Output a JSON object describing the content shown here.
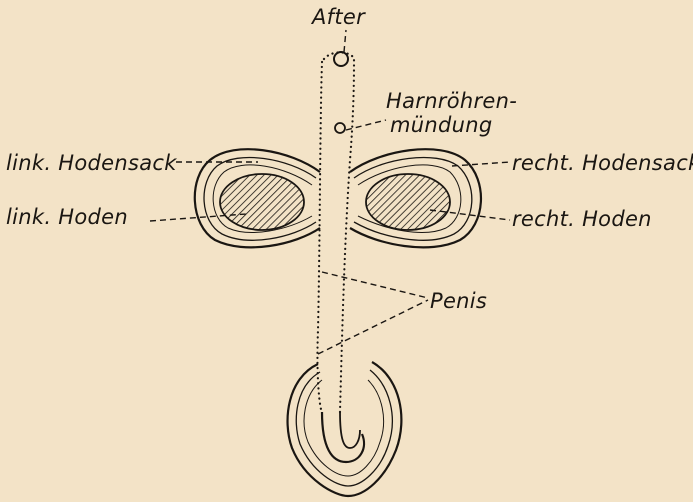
{
  "labels": {
    "after": "After",
    "harnroehren_line1": "Harnröhren-",
    "harnroehren_line2": "mündung",
    "link_hodensack": "link. Hodensack",
    "link_hoden": "link. Hoden",
    "recht_hodensack": "recht. Hodensack",
    "recht_hoden": "recht. Hoden",
    "penis": "Penis"
  },
  "colors": {
    "paper": "#f3e3c7",
    "ink": "#1a1612"
  }
}
